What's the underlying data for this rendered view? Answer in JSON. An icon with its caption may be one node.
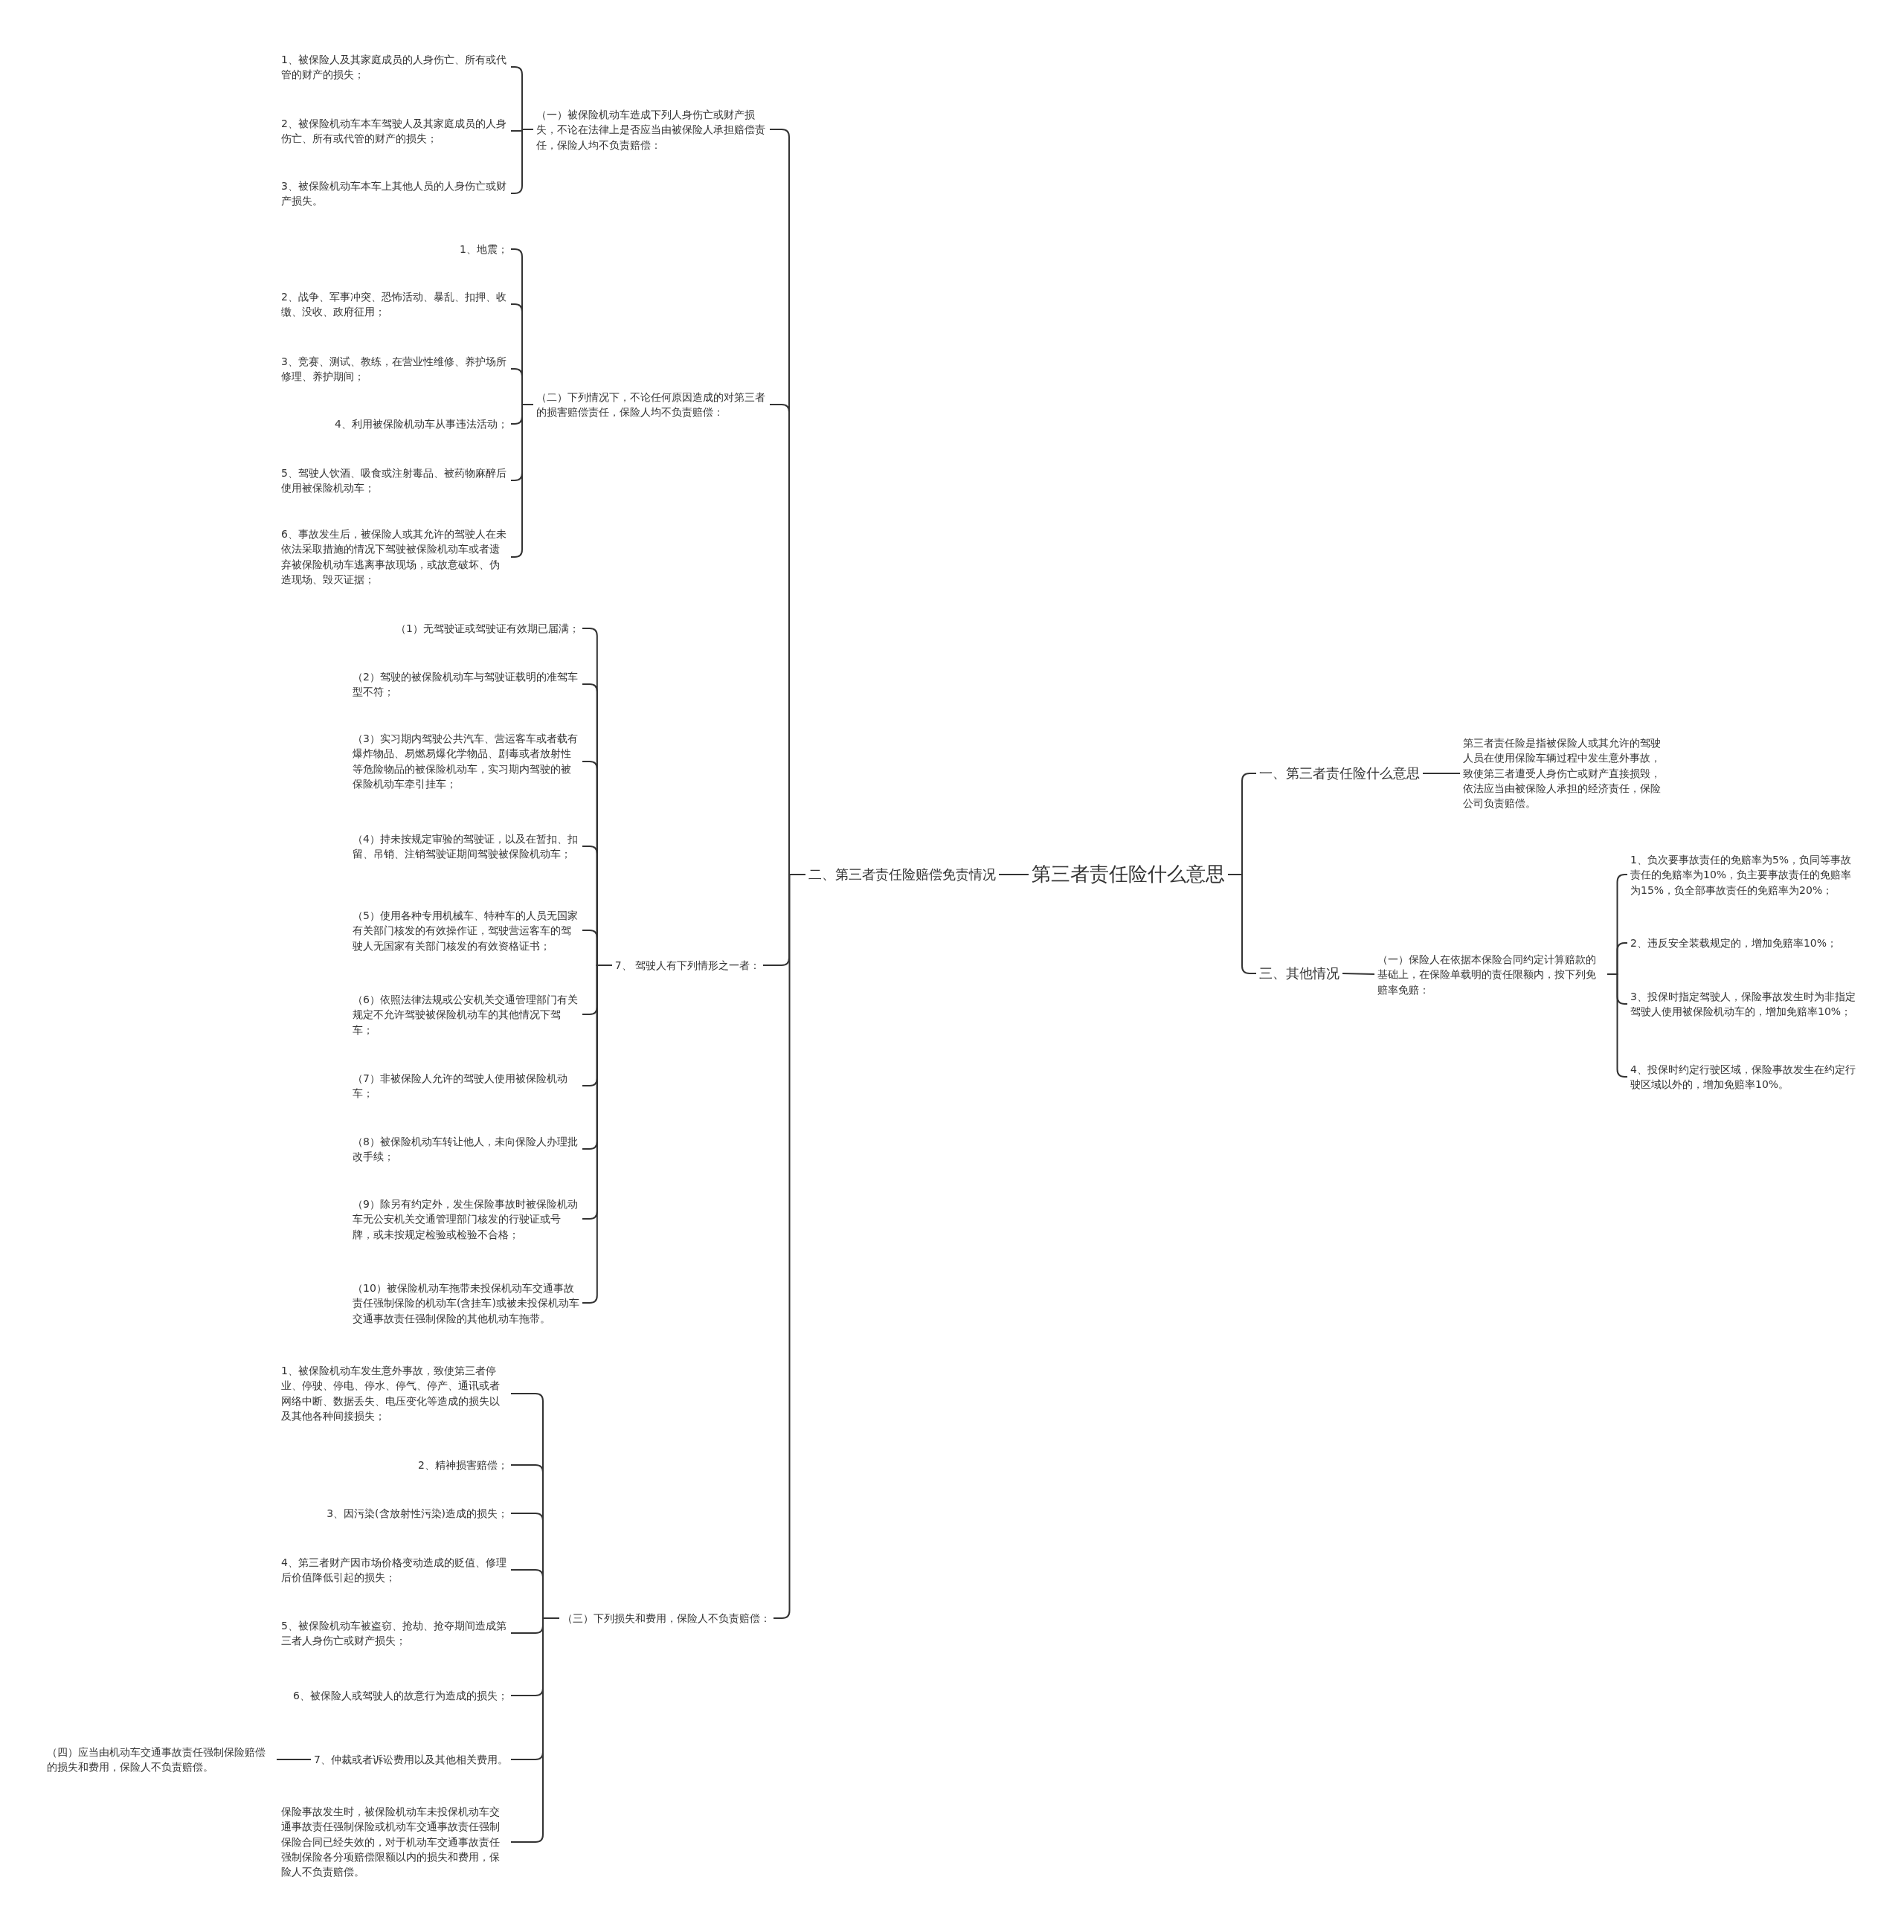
{
  "diagram": {
    "nodes": [
      {
        "text": [
          "第三者责任险什么意思"
        ]
      },
      {
        "text": [
          "二、第三者责任险赔偿免责情况"
        ]
      },
      {
        "text": [
          "（一）被保险机动车造成下列人身伤亡或财产损失，不论在法律上是否应当由被保险人承担赔偿责任，保险人均不负责赔偿："
        ]
      },
      {
        "text": [
          "1、被保险人及其家庭成员的人身伤亡、所有或代管的财产的损失；"
        ]
      },
      {
        "text": [
          "2、被保险机动车本车驾驶人及其家庭成员的人身伤亡、所有或代管的财产的损失；"
        ]
      },
      {
        "text": [
          "3、被保险机动车本车上其他人员的人身伤亡或财产损失。"
        ]
      },
      {
        "text": [
          "（二）下列情况下，不论任何原因造成的对第三者的损害赔偿责任，保险人均不负责赔偿："
        ]
      },
      {
        "text": [
          "1、地震；"
        ]
      },
      {
        "text": [
          "2、战争、军事冲突、恐怖活动、暴乱、扣押、收缴、没收、政府征用；"
        ]
      },
      {
        "text": [
          "3、竞赛、测试、教练，在营业性维修、养护场所修理、养护期间；"
        ]
      },
      {
        "text": [
          "4、利用被保险机动车从事违法活动；"
        ]
      },
      {
        "text": [
          "5、驾驶人饮酒、吸食或注射毒品、被药物麻醉后使用被保险机动车；"
        ]
      },
      {
        "text": [
          "6、事故发生后，被保险人或其允许的驾驶人在未依法采取措施的情况下驾驶被保险机动车或者遗弃被保险机动车逃离事故现场，或故意破坏、伪造现场、毁灭证据；"
        ]
      },
      {
        "text": [
          "7、 驾驶人有下列情形之一者："
        ]
      },
      {
        "text": [
          "（1）无驾驶证或驾驶证有效期已届满；"
        ]
      },
      {
        "text": [
          "（2）驾驶的被保险机动车与驾驶证载明的准驾车型不符；"
        ]
      },
      {
        "text": [
          "（3）实习期内驾驶公共汽车、营运客车或者载有爆炸物品、易燃易爆化学物品、剧毒或者放射性等危险物品的被保险机动车，实习期内驾驶的被保险机动车牵引挂车；"
        ]
      },
      {
        "text": [
          "（4）持未按规定审验的驾驶证，以及在暂扣、扣留、吊销、注销驾驶证期间驾驶被保险机动车；"
        ]
      },
      {
        "text": [
          "（5）使用各种专用机械车、特种车的人员无国家有关部门核发的有效操作证，驾驶营运客车的驾驶人无国家有关部门核发的有效资格证书；"
        ]
      },
      {
        "text": [
          "（6）依照法律法规或公安机关交通管理部门有关规定不允许驾驶被保险机动车的其他情况下驾车；"
        ]
      },
      {
        "text": [
          "（7）非被保险人允许的驾驶人使用被保险机动车；"
        ]
      },
      {
        "text": [
          "（8）被保险机动车转让他人，未向保险人办理批改手续；"
        ]
      },
      {
        "text": [
          "（9）除另有约定外，发生保险事故时被保险机动车无公安机关交通管理部门核发的行驶证或号牌，或未按规定检验或检验不合格；"
        ]
      },
      {
        "text": [
          "（10）被保险机动车拖带未投保机动车交通事故责任强制保险的机动车(含挂车)或被未投保机动车交通事故责任强制保险的其他机动车拖带。"
        ]
      },
      {
        "text": [
          "（三）下列损失和费用，保险人不负责赔偿："
        ]
      },
      {
        "text": [
          "1、被保险机动车发生意外事故，致使第三者停业、停驶、停电、停水、停气、停产、通讯或者网络中断、数据丢失、电压变化等造成的损失以及其他各种间接损失；"
        ]
      },
      {
        "text": [
          "2、精神损害赔偿；"
        ]
      },
      {
        "text": [
          "3、因污染(含放射性污染)造成的损失；"
        ]
      },
      {
        "text": [
          "4、第三者财产因市场价格变动造成的贬值、修理后价值降低引起的损失；"
        ]
      },
      {
        "text": [
          "5、被保险机动车被盗窃、抢劫、抢夺期间造成第三者人身伤亡或财产损失；"
        ]
      },
      {
        "text": [
          "6、被保险人或驾驶人的故意行为造成的损失；"
        ]
      },
      {
        "text": [
          "7、仲裁或者诉讼费用以及其他相关费用。"
        ]
      },
      {
        "text": [
          "保险事故发生时，被保险机动车未投保机动车交通事故责任强制保险或机动车交通事故责任强制保险合同已经失效的，对于机动车交通事故责任强制保险各分项赔偿限额以内的损失和费用，保险人不负责赔偿。"
        ]
      },
      {
        "text": [
          "（四）应当由机动车交通事故责任强制保险赔偿的损失和费用，保险人不负责赔偿。"
        ]
      },
      {
        "text": [
          "一、第三者责任险什么意思"
        ]
      },
      {
        "text": [
          "第三者责任险是指被保险人或其允许的驾驶人员在使用保险车辆过程中发生意外事故，致使第三者遭受人身伤亡或财产直接损毁，依法应当由被保险人承担的经济责任，保险公司负责赔偿。"
        ]
      },
      {
        "text": [
          "三、其他情况"
        ]
      },
      {
        "text": [
          "（一）保险人在依据本保险合同约定计算赔款的基础上，在保险单载明的责任限额内，按下列免赔率免赔："
        ]
      },
      {
        "text": [
          "1、负次要事故责任的免赔率为5%，负同等事故责任的免赔率为10%，负主要事故责任的免赔率为15%，负全部事故责任的免赔率为20%；"
        ]
      },
      {
        "text": [
          "2、违反安全装载规定的，增加免赔率10%；"
        ]
      },
      {
        "text": [
          "3、投保时指定驾驶人，保险事故发生时为非指定驾驶人使用被保险机动车的，增加免赔率10%；"
        ]
      },
      {
        "text": [
          "4、投保时约定行驶区域，保险事故发生在约定行驶区域以外的，增加免赔率10%。"
        ]
      }
    ],
    "edges": [
      {
        "from": 0,
        "to": 1,
        "arrow": "none"
      },
      {
        "from": 1,
        "to": 2,
        "arrow": "none"
      },
      {
        "from": 2,
        "to": 3,
        "arrow": "none"
      },
      {
        "from": 2,
        "to": 4,
        "arrow": "none"
      },
      {
        "from": 2,
        "to": 5,
        "arrow": "none"
      },
      {
        "from": 1,
        "to": 6,
        "arrow": "none"
      },
      {
        "from": 6,
        "to": 7,
        "arrow": "none"
      },
      {
        "from": 6,
        "to": 8,
        "arrow": "none"
      },
      {
        "from": 6,
        "to": 9,
        "arrow": "none"
      },
      {
        "from": 6,
        "to": 10,
        "arrow": "none"
      },
      {
        "from": 6,
        "to": 11,
        "arrow": "none"
      },
      {
        "from": 6,
        "to": 12,
        "arrow": "none"
      },
      {
        "from": 1,
        "to": 13,
        "arrow": "none"
      },
      {
        "from": 13,
        "to": 14,
        "arrow": "none"
      },
      {
        "from": 13,
        "to": 15,
        "arrow": "none"
      },
      {
        "from": 13,
        "to": 16,
        "arrow": "none"
      },
      {
        "from": 13,
        "to": 17,
        "arrow": "none"
      },
      {
        "from": 13,
        "to": 18,
        "arrow": "none"
      },
      {
        "from": 13,
        "to": 19,
        "arrow": "none"
      },
      {
        "from": 13,
        "to": 20,
        "arrow": "none"
      },
      {
        "from": 13,
        "to": 21,
        "arrow": "none"
      },
      {
        "from": 13,
        "to": 22,
        "arrow": "none"
      },
      {
        "from": 13,
        "to": 23,
        "arrow": "none"
      },
      {
        "from": 1,
        "to": 24,
        "arrow": "none"
      },
      {
        "from": 24,
        "to": 25,
        "arrow": "none"
      },
      {
        "from": 24,
        "to": 26,
        "arrow": "none"
      },
      {
        "from": 24,
        "to": 27,
        "arrow": "none"
      },
      {
        "from": 24,
        "to": 28,
        "arrow": "none"
      },
      {
        "from": 24,
        "to": 29,
        "arrow": "none"
      },
      {
        "from": 24,
        "to": 30,
        "arrow": "none"
      },
      {
        "from": 24,
        "to": 31,
        "arrow": "none"
      },
      {
        "from": 24,
        "to": 32,
        "arrow": "none"
      },
      {
        "from": 31,
        "to": 33,
        "arrow": "none"
      },
      {
        "from": 0,
        "to": 34,
        "arrow": "none"
      },
      {
        "from": 34,
        "to": 35,
        "arrow": "none"
      },
      {
        "from": 0,
        "to": 36,
        "arrow": "none"
      },
      {
        "from": 36,
        "to": 37,
        "arrow": "none"
      },
      {
        "from": 37,
        "to": 38,
        "arrow": "none"
      },
      {
        "from": 37,
        "to": 39,
        "arrow": "none"
      },
      {
        "from": 37,
        "to": 40,
        "arrow": "none"
      },
      {
        "from": 37,
        "to": 41,
        "arrow": "none"
      }
    ]
  }
}
